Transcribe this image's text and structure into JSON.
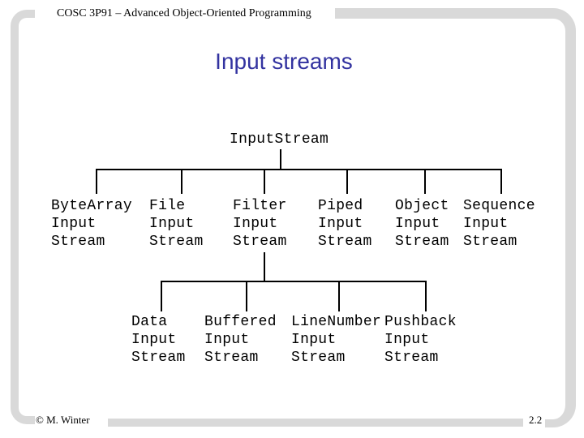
{
  "header": {
    "course": "COSC 3P91 – Advanced Object-Oriented Programming"
  },
  "slide": {
    "title": "Input streams"
  },
  "tree": {
    "root": {
      "label": "InputStream"
    },
    "level1": [
      {
        "label": "ByteArray\nInput\nStream"
      },
      {
        "label": "File\nInput\nStream"
      },
      {
        "label": "Filter\nInput\nStream"
      },
      {
        "label": "Piped\nInput\nStream"
      },
      {
        "label": "Object\nInput\nStream"
      },
      {
        "label": "Sequence\nInput\nStream"
      }
    ],
    "level2": [
      {
        "label": "Data\nInput\nStream"
      },
      {
        "label": "Buffered\nInput\nStream"
      },
      {
        "label": "LineNumber\nInput\nStream"
      },
      {
        "label": "Pushback\nInput\nStream"
      }
    ]
  },
  "footer": {
    "copyright": "© M. Winter",
    "page": "2.2"
  },
  "colors": {
    "title_text": "#3333a0",
    "accent_bar": "#d9d9d9",
    "connector_line": "#000000",
    "background": "#ffffff"
  }
}
